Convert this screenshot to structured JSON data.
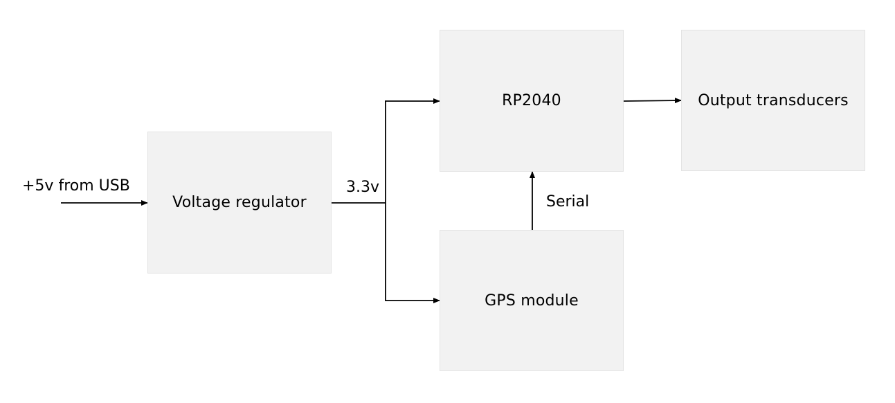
{
  "blocks": {
    "voltage_regulator": "Voltage regulator",
    "rp2040": "RP2040",
    "gps_module": "GPS module",
    "output_transducers": "Output transducers"
  },
  "labels": {
    "input": "+5v from USB",
    "rail": "3.3v",
    "serial": "Serial"
  },
  "colors": {
    "block_fill": "#f2f2f2",
    "block_border": "#e3e3e3",
    "line": "#000000"
  }
}
